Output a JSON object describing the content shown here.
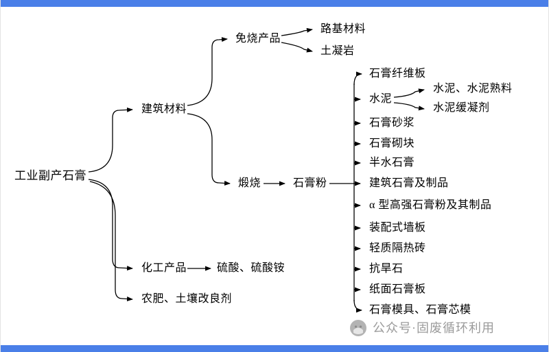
{
  "diagram": {
    "title_root": "工业副产石膏",
    "nodes": {
      "root": "工业副产石膏",
      "building": "建筑材料",
      "unfired": "免烧产品",
      "roadbase": "路基材料",
      "soilrock": "土凝岩",
      "calcine": "煅烧",
      "powder": "石膏粉",
      "fiberboard": "石膏纤维板",
      "cement": "水泥",
      "clinker": "水泥、水泥熟料",
      "retarder": "水泥缓凝剂",
      "mortar": "石膏砂浆",
      "block": "石膏砌块",
      "hemihydrate": "半水石膏",
      "building_gypsum": "建筑石膏及制品",
      "alpha": "α 型高强石膏粉及其制品",
      "wallboard": "装配式墙板",
      "brick": "轻质隔热砖",
      "drought": "抗旱石",
      "paperboard": "纸面石膏板",
      "mold": "石膏模具、石膏芯模",
      "chemical": "化工产品",
      "sulfuric": "硫酸、硫酸铵",
      "fertilizer": "农肥、土壤改良剂"
    },
    "structure": {
      "root": [
        "building",
        "chemical",
        "fertilizer"
      ],
      "building": [
        "unfired",
        "calcine"
      ],
      "unfired": [
        "roadbase",
        "soilrock"
      ],
      "calcine": [
        "powder"
      ],
      "powder": [
        "fiberboard",
        "cement",
        "mortar",
        "block",
        "hemihydrate",
        "building_gypsum",
        "alpha",
        "wallboard",
        "brick",
        "drought",
        "paperboard",
        "mold"
      ],
      "cement": [
        "clinker",
        "retarder"
      ],
      "chemical": [
        "sulfuric"
      ]
    }
  },
  "watermark": {
    "text": "公众号·固废循环利用"
  },
  "colors": {
    "bar_blue": "#4a7fe8",
    "line_black": "#000000",
    "watermark_gray": "#9b9b9b"
  }
}
